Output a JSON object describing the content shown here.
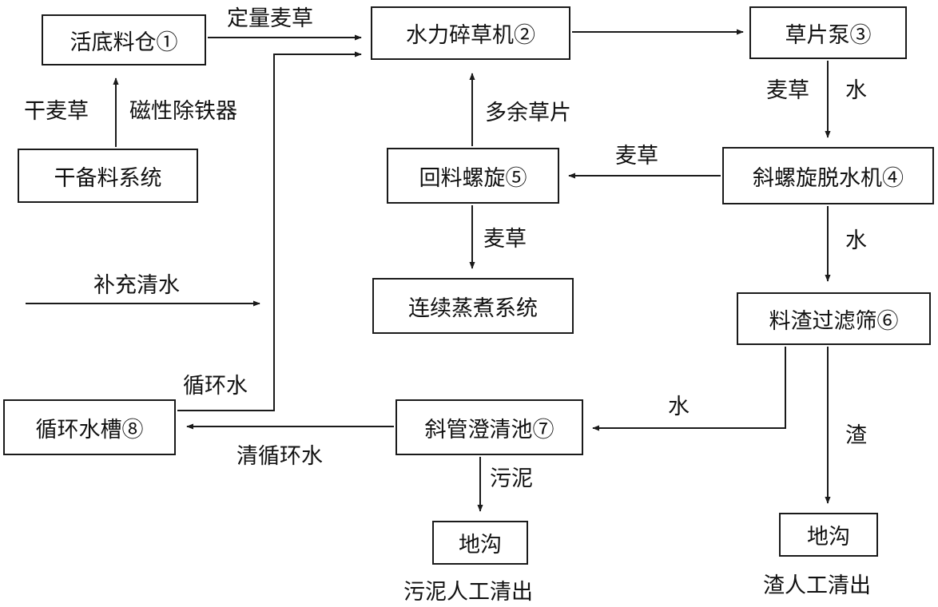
{
  "diagram": {
    "nodes": {
      "silo": "活底料仓①",
      "crusher": "水力碎草机②",
      "pump": "草片泵③",
      "dewater": "斜螺旋脱水机④",
      "return_screw": "回料螺旋⑤",
      "screen": "料渣过滤筛⑥",
      "clarifier": "斜管澄清池⑦",
      "tank": "循环水槽⑧",
      "dry_prep": "干备料系统",
      "cooking": "连续蒸煮系统",
      "ditch_sludge": "地沟",
      "ditch_residue": "地沟"
    },
    "labels": {
      "dosed_straw": "定量麦草",
      "dry_straw": "干麦草",
      "magnet": "磁性除铁器",
      "pump_straw": "麦草",
      "pump_water": "水",
      "excess_flakes": "多余草片",
      "dewater_straw": "麦草",
      "screw_straw": "麦草",
      "dewater_water": "水",
      "makeup_water": "补充清水",
      "circ_water": "循环水",
      "screen_water": "水",
      "clean_circ_water": "清循环水",
      "residue": "渣",
      "sludge": "污泥",
      "sludge_manual": "污泥人工清出",
      "residue_manual": "渣人工清出"
    }
  }
}
